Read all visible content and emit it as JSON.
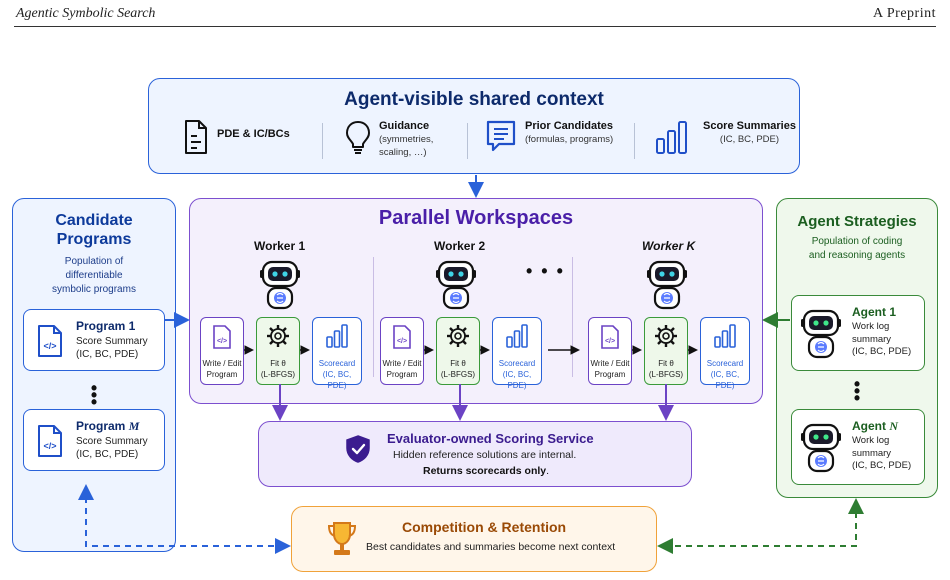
{
  "header": {
    "left": "Agentic Symbolic Search",
    "right": "A Preprint"
  },
  "shared": {
    "title": "Agent-visible shared context",
    "items": [
      {
        "label": "PDE & IC/BCs",
        "sub": ""
      },
      {
        "label": "Guidance",
        "sub": "(symmetries,\nscaling, …)"
      },
      {
        "label": "Prior Candidates",
        "sub": "(formulas, programs)"
      },
      {
        "label": "Score Summaries",
        "sub": "(IC, BC, PDE)"
      }
    ]
  },
  "candidates": {
    "title": "Candidate\nPrograms",
    "subtitle": "Population of\ndifferentiable\nsymbolic programs",
    "programs": [
      {
        "name": "Program 1",
        "summary": "Score Summary\n(IC, BC, PDE)"
      },
      {
        "name": "Program M",
        "summary": "Score Summary\n(IC, BC, PDE)"
      }
    ],
    "ellipsis": "⋮"
  },
  "workspaces": {
    "title": "Parallel Workspaces",
    "ellipsis": "• • •",
    "workers": [
      {
        "label": "Worker 1"
      },
      {
        "label": "Worker 2"
      },
      {
        "label": "Worker K"
      }
    ],
    "steps": {
      "write": "Write / Edit\nProgram",
      "fit": "Fit θ\n(L-BFGS)",
      "score": "Scorecard\n(IC, BC, PDE)"
    }
  },
  "agents": {
    "title": "Agent Strategies",
    "subtitle": "Population of coding\nand reasoning agents",
    "items": [
      {
        "name": "Agent 1",
        "summary": "Work log\nsummary\n(IC, BC, PDE)"
      },
      {
        "name": "Agent N",
        "summary": "Work log\nsummary\n(IC, BC, PDE)"
      }
    ],
    "ellipsis": "⋮"
  },
  "evaluator": {
    "title": "Evaluator-owned Scoring Service",
    "line2": "Hidden reference solutions are internal.",
    "line3_bold": "Returns scorecards only",
    "line3_tail": "."
  },
  "competition": {
    "title": "Competition & Retention",
    "subtitle": "Best candidates and summaries become next context"
  },
  "colors": {
    "blue": "#2a62d9",
    "purple": "#7c4fcf",
    "green": "#3a8a3a",
    "orange": "#f0a23a"
  }
}
